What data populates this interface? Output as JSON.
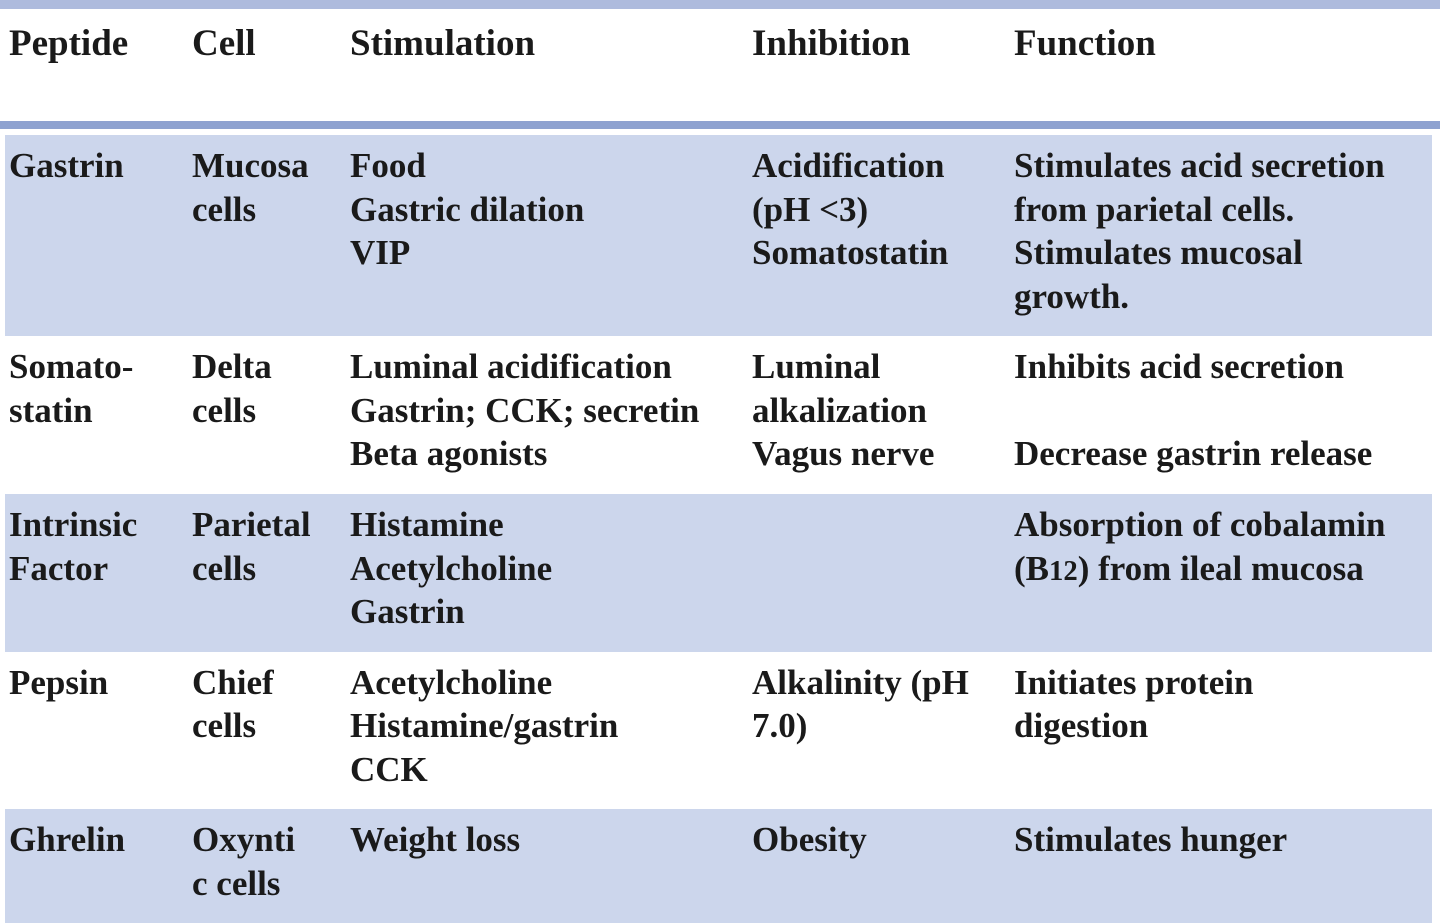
{
  "table": {
    "caption": "",
    "columns": [
      {
        "key": "peptide",
        "label": "Peptide"
      },
      {
        "key": "cell",
        "label": "Cell"
      },
      {
        "key": "stimulation",
        "label": "Stimulation"
      },
      {
        "key": "inhibition",
        "label": "Inhibition"
      },
      {
        "key": "function",
        "label": "Function"
      }
    ],
    "colors": {
      "row_shade": "#ccd6ec",
      "rule_top": "#aebbdd",
      "rule_header": "#8ea2d0",
      "rule_bottom": "#7e94c8",
      "text": "#1a1a1a",
      "background": "#ffffff"
    },
    "rows": [
      {
        "shaded": true,
        "peptide": [
          "Gastrin"
        ],
        "cell": [
          "Mucosa",
          "cells"
        ],
        "stimulation": [
          "Food",
          "Gastric dilation",
          "VIP"
        ],
        "inhibition": [
          "Acidification",
          "(pH <3)",
          "Somatostatin"
        ],
        "function": [
          "Stimulates acid secretion",
          "from parietal cells.",
          "Stimulates mucosal",
          "growth."
        ]
      },
      {
        "shaded": false,
        "peptide": [
          "Somato-",
          "statin"
        ],
        "cell": [
          "Delta",
          "cells"
        ],
        "stimulation": [
          "Luminal acidification",
          "Gastrin; CCK; secretin",
          "Beta agonists"
        ],
        "inhibition": [
          "Luminal",
          "alkalization",
          "Vagus nerve"
        ],
        "function": [
          "Inhibits acid secretion",
          "",
          "Decrease gastrin release"
        ]
      },
      {
        "shaded": true,
        "peptide": [
          "Intrinsic",
          "Factor"
        ],
        "cell": [
          "Parietal",
          "cells"
        ],
        "stimulation": [
          "Histamine",
          "Acetylcholine",
          "Gastrin"
        ],
        "inhibition": [],
        "function": [
          "Absorption of cobalamin",
          "(B12) from ileal mucosa"
        ]
      },
      {
        "shaded": false,
        "peptide": [
          "Pepsin"
        ],
        "cell": [
          "Chief",
          "cells"
        ],
        "stimulation": [
          "Acetylcholine",
          "Histamine/gastrin",
          "CCK"
        ],
        "inhibition": [
          "Alkalinity (pH",
          "7.0)"
        ],
        "function": [
          "Initiates protein",
          "digestion"
        ]
      },
      {
        "shaded": true,
        "peptide": [
          "Ghrelin"
        ],
        "cell": [
          "Oxynti",
          "c cells"
        ],
        "stimulation": [
          "Weight loss"
        ],
        "inhibition": [
          "Obesity"
        ],
        "function": [
          "Stimulates hunger"
        ]
      }
    ]
  }
}
